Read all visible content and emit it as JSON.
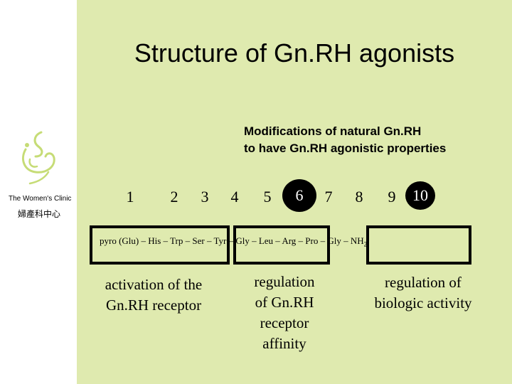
{
  "slide": {
    "title": "Structure of Gn.RH agonists",
    "subtitle_line1": "Modifications of natural Gn.RH",
    "subtitle_line2": "to have Gn.RH agonistic properties"
  },
  "logo": {
    "icon": "clinic-logo-icon",
    "name": "The Women's Clinic",
    "name_cjk": "婦產科中心"
  },
  "positions": [
    "1",
    "2",
    "3",
    "4",
    "5",
    "6",
    "7",
    "8",
    "9",
    "10"
  ],
  "highlighted_positions": [
    "6",
    "10"
  ],
  "sequence": {
    "text": "pyro (Glu) – His – Trp – Ser – Tyr – Gly – Leu – Arg – Pro – Gly – NH",
    "subscript": "2"
  },
  "annotations": {
    "left_line1": "activation of the",
    "left_line2": "Gn.RH receptor",
    "middle_line1": "regulation",
    "middle_line2": "of Gn.RH",
    "middle_line3": "receptor",
    "middle_line4": "affinity",
    "right_line1": "regulation of",
    "right_line2": "biologic activity"
  },
  "colors": {
    "slide_background": "#dfeaaf",
    "logo_green": "#c6dc76",
    "highlight": "#000000"
  }
}
